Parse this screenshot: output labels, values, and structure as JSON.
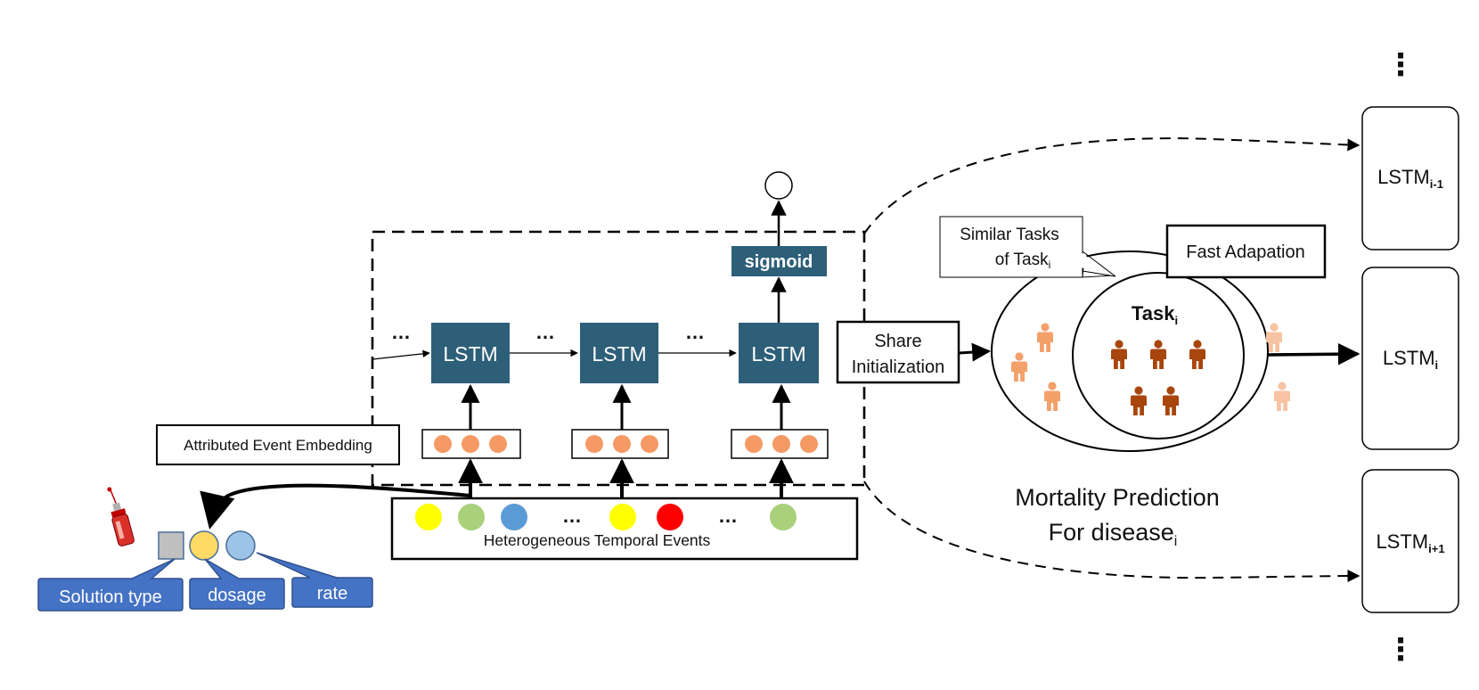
{
  "colors": {
    "lstm_block": "#2e5f78",
    "embed_dot": "#f59a65",
    "event_yellow": "#ffff00",
    "event_green": "#a9d07a",
    "event_blue": "#5b9bd5",
    "event_red": "#ff0000",
    "callout_blue": "#4472c4",
    "attr_grey": "#c0c0c0",
    "attr_yellow": "#ffd966",
    "attr_lightblue": "#9dc3e6",
    "person_dark": "#a8460d",
    "person_mid": "#f4a06a",
    "person_light": "#f7c3a3"
  },
  "icons": [
    "syringe-icon",
    "person-icon",
    "arrow-icon"
  ],
  "lstm_chain": {
    "blocks": [
      "LSTM",
      "LSTM",
      "LSTM"
    ],
    "ellipsis": "…",
    "sigmoid": "sigmoid"
  },
  "embedding_label": "Attributed Event Embedding",
  "events_label": "Heterogeneous Temporal Events",
  "event_ellipsis": "…",
  "attribute_callouts": [
    "Solution type",
    "dosage",
    "rate"
  ],
  "share_box": {
    "line1": "Share",
    "line2": "Initialization"
  },
  "similar_tasks": {
    "line1": "Similar Tasks",
    "line2": "of Task",
    "sub": "i"
  },
  "fast_adaptation": "Fast Adapation",
  "task_label": {
    "main": "Task",
    "sub": "i"
  },
  "mortality": {
    "line1": "Mortality Prediction",
    "line2": "For disease",
    "sub": "i"
  },
  "task_models": [
    {
      "main": "LSTM",
      "sub": "i-1"
    },
    {
      "main": "LSTM",
      "sub": "i"
    },
    {
      "main": "LSTM",
      "sub": "i+1"
    }
  ],
  "vertical_ellipsis": "⋮"
}
